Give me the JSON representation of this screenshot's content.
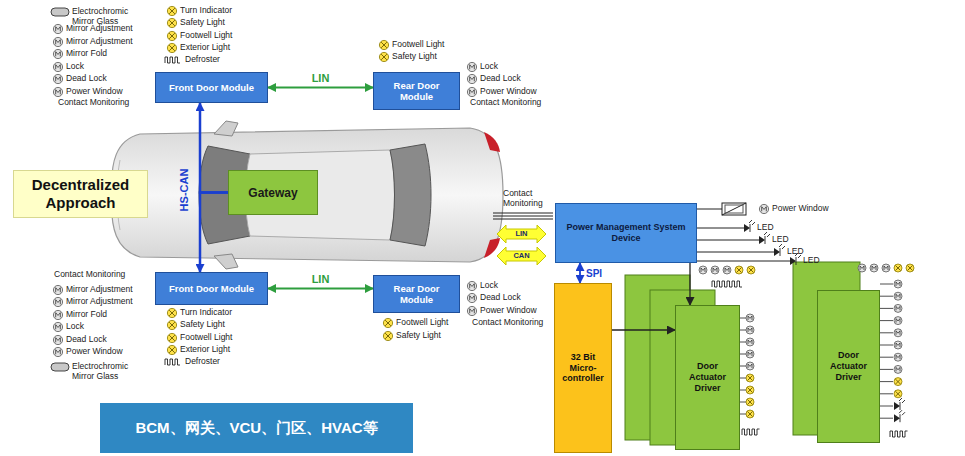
{
  "diagram": {
    "nodes": [
      {
        "text": [
          "Decentralized Approach"
        ]
      },
      {
        "text": [
          "Front Door  Module"
        ]
      },
      {
        "text": [
          "Rear Door Module"
        ]
      },
      {
        "text": [
          "Gateway"
        ]
      },
      {
        "text": [
          "Front Door  Module"
        ]
      },
      {
        "text": [
          "Rear Door Module"
        ]
      },
      {
        "text": [
          "Power Management System Device"
        ]
      },
      {
        "text": [
          "32 Bit Micro-controller"
        ]
      },
      {
        "text": [
          "Door Actuator Driver"
        ]
      },
      {
        "text": [
          "Door Actuator Driver"
        ]
      },
      {
        "text": [
          "BCM、网关、VCU、门区、HVAC等"
        ]
      }
    ],
    "edges": [
      {
        "from": 1,
        "to": 2,
        "label": "LIN",
        "arrow": "both"
      },
      {
        "from": 4,
        "to": 5,
        "label": "LIN",
        "arrow": "both"
      },
      {
        "from": 3,
        "to": 1,
        "arrow": "to"
      },
      {
        "from": 3,
        "to": 4,
        "arrow": "to"
      },
      {
        "from": 7,
        "to": 6,
        "label": "SPI",
        "arrow": "both"
      },
      {
        "from": 7,
        "to": 8,
        "arrow": "to"
      },
      {
        "from": 6,
        "to": 8,
        "arrow": "to"
      }
    ],
    "labels": [
      "Electrochromic Mirror Glass",
      "Mirror Adjustment",
      "Mirror Adjustment",
      "Mirror Fold",
      "Lock",
      "Dead Lock",
      "Power Window",
      "Contact Monitoring",
      "Turn Indicator",
      "Safety Light",
      "Footwell Light",
      "Exterior Light",
      "Defroster",
      "Footwell Light",
      "Safety Light",
      "Lock",
      "Dead Lock",
      "Power Window",
      "Contact Monitoring",
      "HS-CAN",
      "Contact Monitoring",
      "Mirror Adjustment",
      "Mirror Adjustment",
      "Mirror Fold",
      "Lock",
      "Dead Lock",
      "Power Window",
      "Electrochromic Mirror Glass",
      "Turn Indicator",
      "Safety Light",
      "Footwell Light",
      "Exterior Light",
      "Defroster",
      "Footwell Light",
      "Safety Light",
      "Lock",
      "Dead Lock",
      "Power Window",
      "Contact Monitoring",
      "Contact Monitoring",
      "LIN",
      "CAN",
      "Power Window",
      "LED",
      "LED",
      "LED",
      "LED"
    ]
  }
}
